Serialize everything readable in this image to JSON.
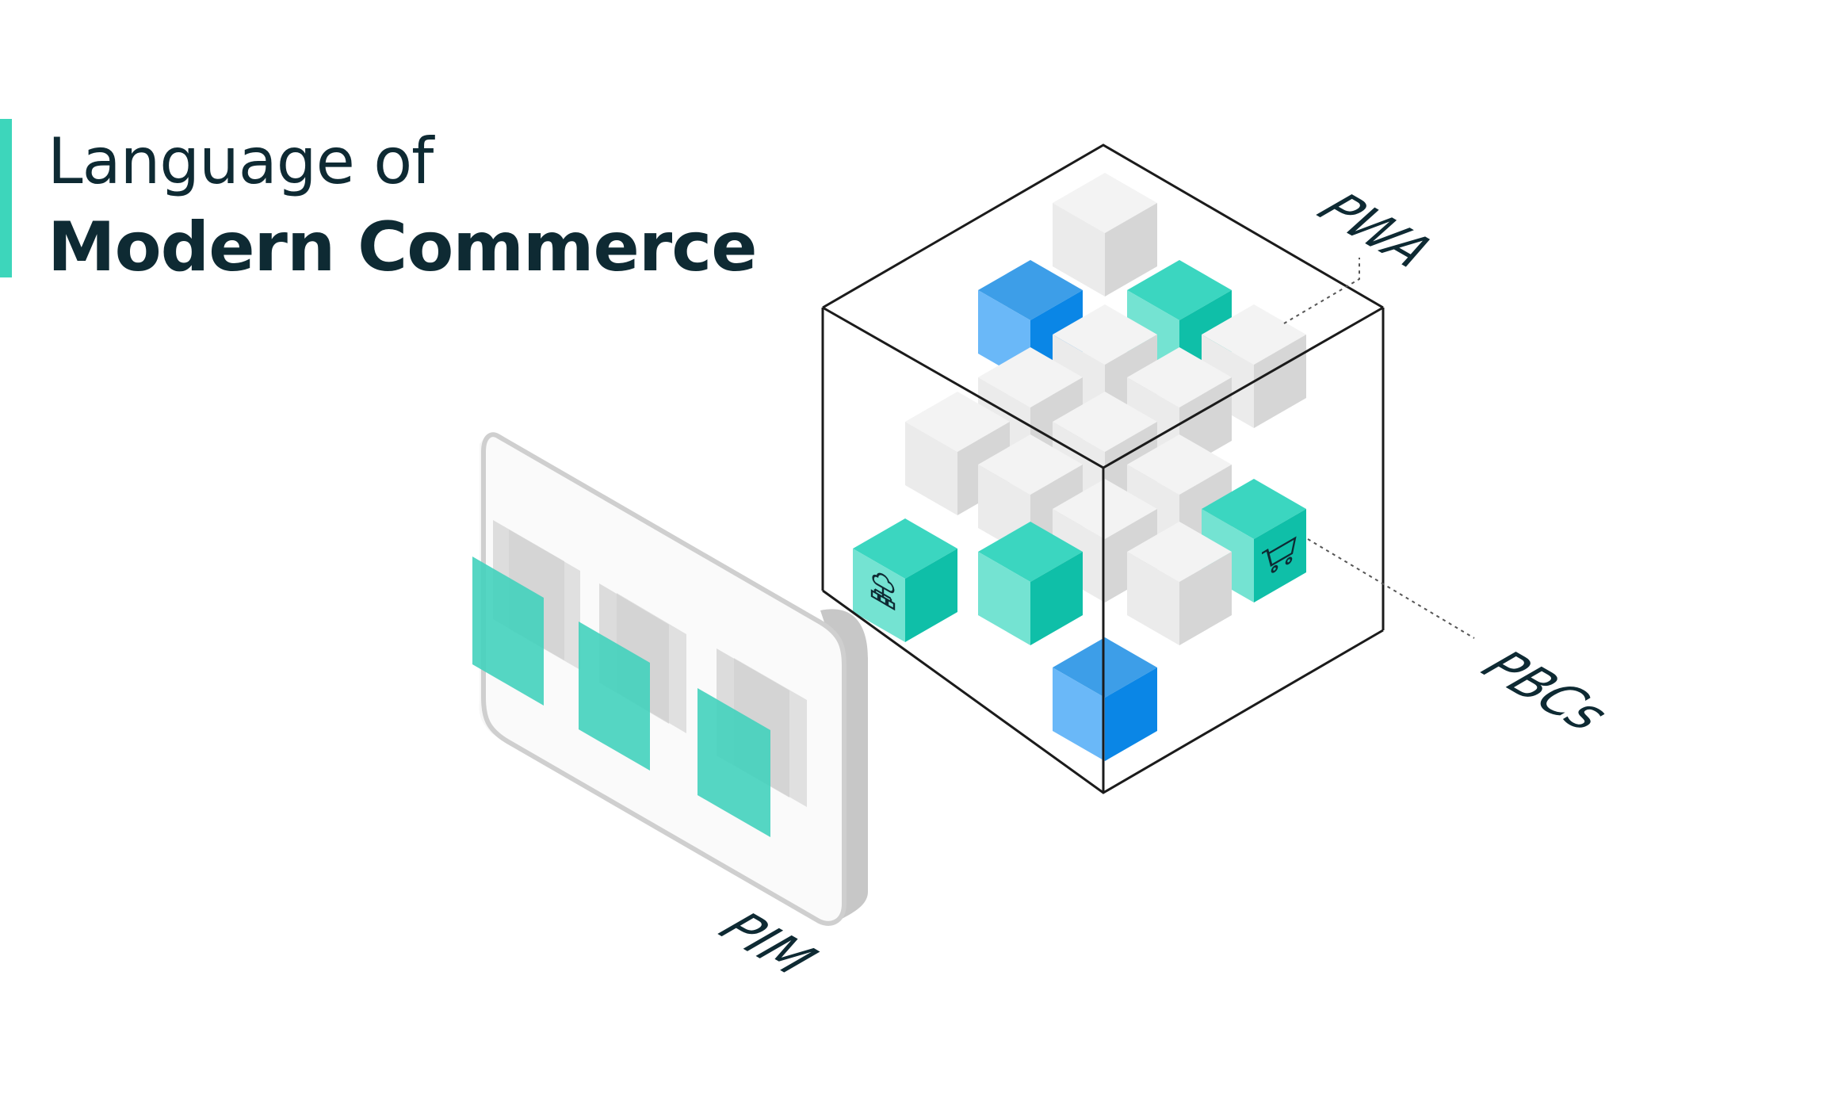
{
  "title": {
    "line1": "Language of",
    "line2": "Modern Commerce"
  },
  "labels": {
    "pwa": "PWA",
    "pbcs": "PBCs",
    "pim": "PIM"
  },
  "icons": [
    "cloud-network-icon",
    "shopping-cart-icon"
  ],
  "colors": {
    "accent": "#3dd6bb",
    "teal": "#33d2be",
    "blue": "#3d9ee8",
    "text": "#0e2a33",
    "grey": "#e6e6e6"
  }
}
